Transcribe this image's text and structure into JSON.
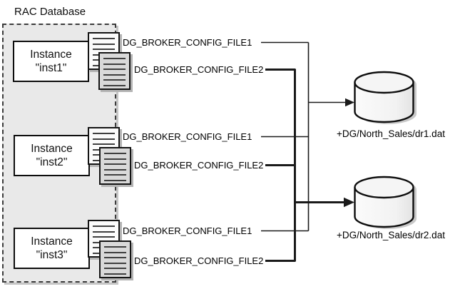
{
  "diagram": {
    "title": "RAC Database",
    "instances": [
      {
        "name_line1": "Instance",
        "name_line2": "\"inst1\"",
        "config_file1": "DG_BROKER_CONFIG_FILE1",
        "config_file2": "DG_BROKER_CONFIG_FILE2"
      },
      {
        "name_line1": "Instance",
        "name_line2": "\"inst2\"",
        "config_file1": "DG_BROKER_CONFIG_FILE1",
        "config_file2": "DG_BROKER_CONFIG_FILE2"
      },
      {
        "name_line1": "Instance",
        "name_line2": "\"inst3\"",
        "config_file1": "DG_BROKER_CONFIG_FILE1",
        "config_file2": "DG_BROKER_CONFIG_FILE2"
      }
    ],
    "storage_files": [
      {
        "label": "+DG/North_Sales/dr1.dat"
      },
      {
        "label": "+DG/North_Sales/dr2.dat"
      }
    ],
    "colors": {
      "container_fill": "#e9e9e9",
      "doc_white": "#fbfbfb",
      "doc_gray": "#d9d9d9",
      "cylinder_fill_light": "#fafafa",
      "cylinder_fill_dark": "#e7e7e7",
      "line": "#1a1a1a",
      "shadow": "#c6c6c6"
    }
  }
}
